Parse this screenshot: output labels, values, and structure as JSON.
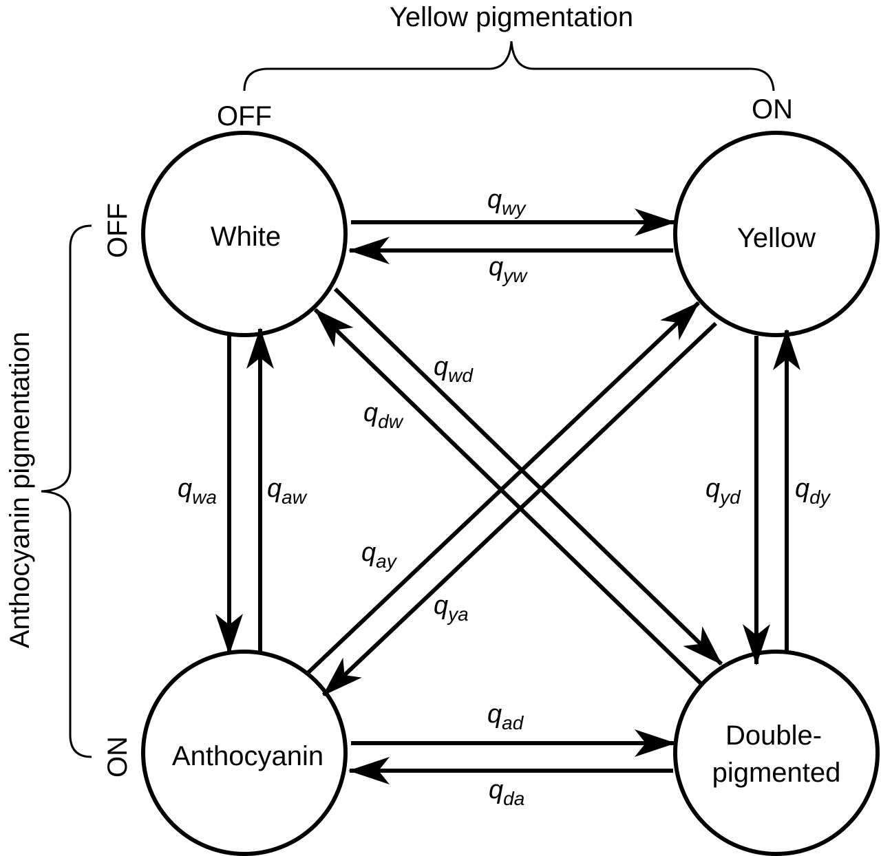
{
  "axes": {
    "yellow": {
      "title": "Yellow pigmentation",
      "off_label": "OFF",
      "on_label": "ON"
    },
    "anthocyanin": {
      "title": "Anthocyanin pigmentation",
      "off_label": "OFF",
      "on_label": "ON"
    }
  },
  "states": {
    "white": {
      "label": "White"
    },
    "yellow": {
      "label": "Yellow"
    },
    "anthocyanin": {
      "label": "Anthocyanin"
    },
    "double": {
      "label_line1": "Double-",
      "label_line2": "pigmented"
    }
  },
  "rates": {
    "wy": {
      "symbol": "q",
      "subscript": "wy"
    },
    "yw": {
      "symbol": "q",
      "subscript": "yw"
    },
    "wd": {
      "symbol": "q",
      "subscript": "wd"
    },
    "dw": {
      "symbol": "q",
      "subscript": "dw"
    },
    "wa": {
      "symbol": "q",
      "subscript": "wa"
    },
    "aw": {
      "symbol": "q",
      "subscript": "aw"
    },
    "yd": {
      "symbol": "q",
      "subscript": "yd"
    },
    "dy": {
      "symbol": "q",
      "subscript": "dy"
    },
    "ay": {
      "symbol": "q",
      "subscript": "ay"
    },
    "ya": {
      "symbol": "q",
      "subscript": "ya"
    },
    "ad": {
      "symbol": "q",
      "subscript": "ad"
    },
    "da": {
      "symbol": "q",
      "subscript": "da"
    }
  }
}
